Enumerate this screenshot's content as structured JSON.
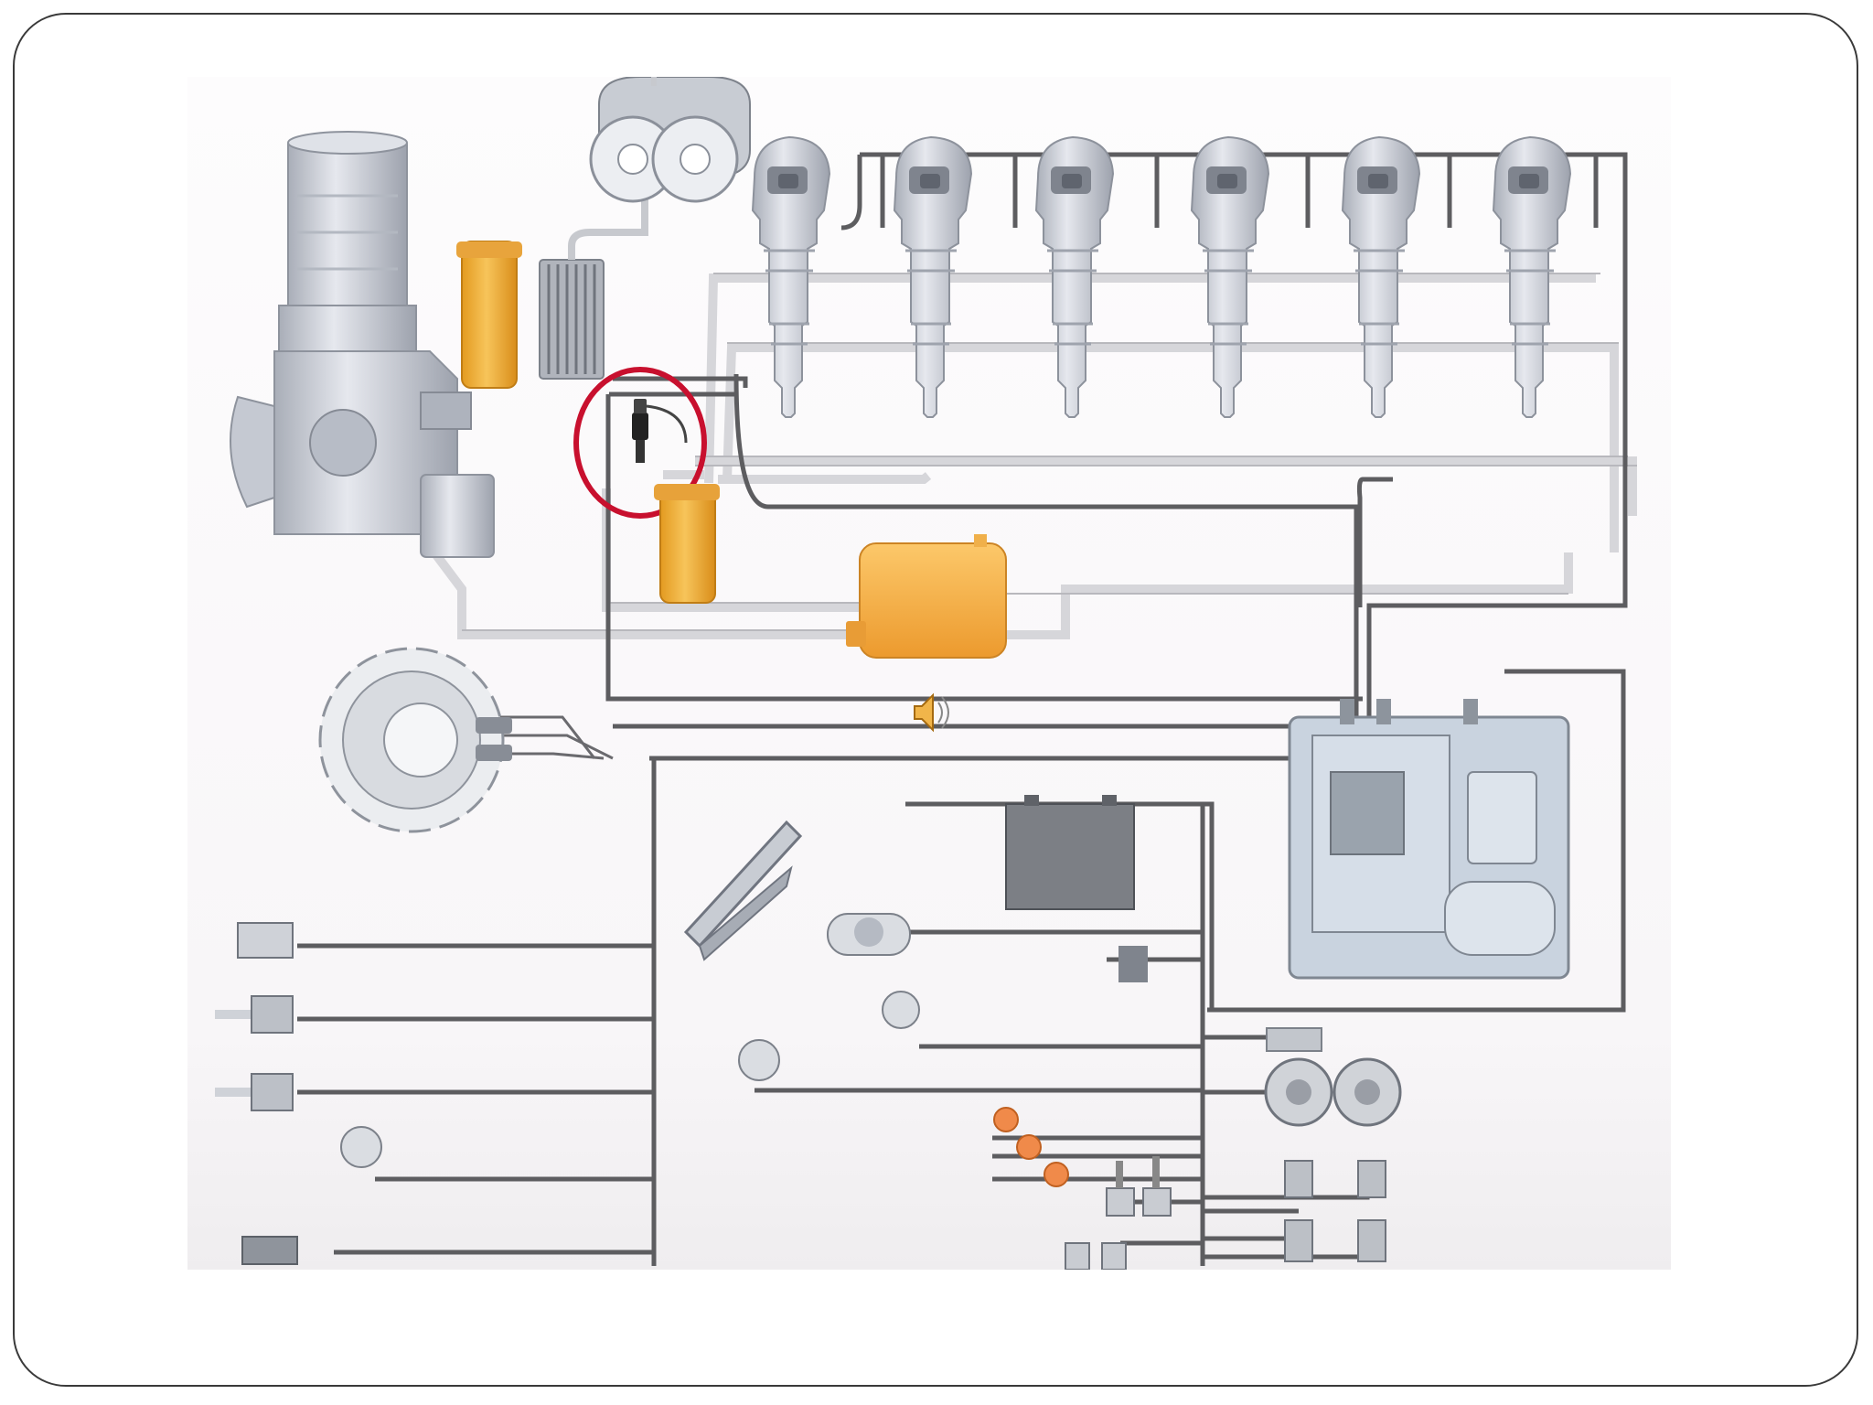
{
  "slide": {
    "accent_colors": {
      "highlight_ring": "#c8102e",
      "filter_orange": "#f0b030",
      "tank_orange": "#f5ad3a",
      "indicator_lamp": "#f08a4a",
      "wire": "#5a5a5c",
      "fuel_line": "#d8d8dc",
      "component_gray": "#c8ccd4"
    },
    "icons": {
      "speaker": "speaker-icon",
      "highlight": "circle-highlight"
    }
  },
  "diagram": {
    "injector_count": 6,
    "components": [
      "fuel-pump",
      "fuel-filter",
      "oil-cooler",
      "pressure-sensor",
      "secondary-fuel-filter",
      "fuel-tank",
      "crank-gear",
      "ecm",
      "accelerator-pedal",
      "battery",
      "sensors",
      "indicator-lamps",
      "switches",
      "gauges"
    ]
  }
}
